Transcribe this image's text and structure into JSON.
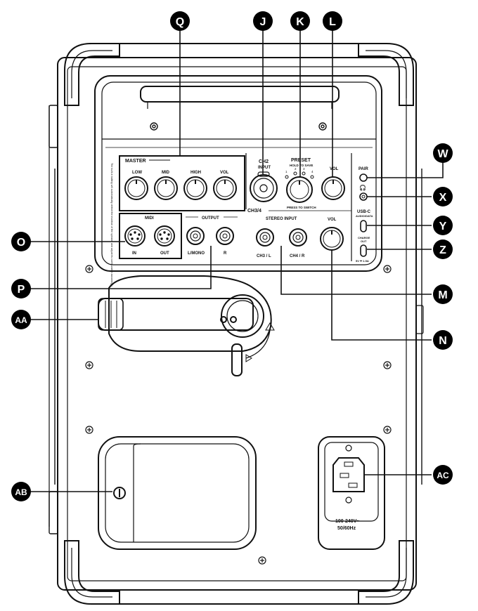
{
  "callouts": {
    "Q": "Q",
    "J": "J",
    "K": "K",
    "L": "L",
    "W": "W",
    "X": "X",
    "Y": "Y",
    "Z": "Z",
    "O": "O",
    "P": "P",
    "M": "M",
    "N": "N",
    "AA": "AA",
    "AB": "AB",
    "AC": "AC"
  },
  "panel": {
    "master": "MASTER",
    "low": "LOW",
    "mid": "MID",
    "high": "HIGH",
    "vol": "VOL",
    "midi": "MIDI",
    "midi_in": "IN",
    "midi_out": "OUT",
    "output": "OUTPUT",
    "l_mono": "L/MONO",
    "r": "R",
    "ch2": "CH2",
    "input": "INPUT",
    "preset": "PRESET",
    "hold_to_save": "HOLD TO SAVE",
    "press_to_switch": "PRESS TO SWITCH",
    "preset_1": "1",
    "preset_2": "2",
    "preset_3": "3",
    "preset_4": "4",
    "ch2_vol": "VOL",
    "ch34": "CH3/4",
    "stereo_input": "STEREO INPUT",
    "ch3_l": "CH3 / L",
    "ch4_r": "CH4 / R",
    "ch34_vol": "VOL",
    "pair": "PAIR",
    "usbc": "USB-C",
    "audio_data": "AUDIO/DATA",
    "charge_out": "CHARGE",
    "charge_out_2": "OUT",
    "charge_rating": "5V ⎓ 1.5A",
    "side_note": "The built-in battery will automatically detect the insertion of the speaker and adjust its configuration accordingly.",
    "voltage": "100-240V~",
    "frequency": "50/60Hz"
  }
}
